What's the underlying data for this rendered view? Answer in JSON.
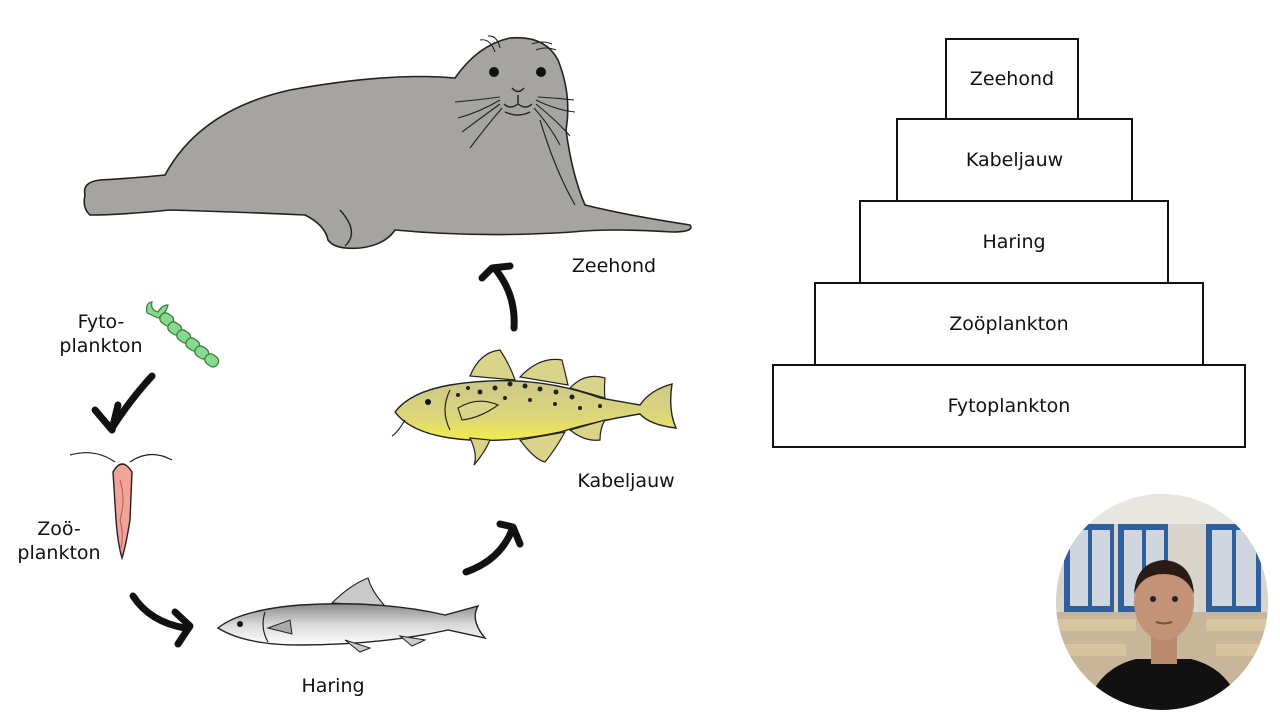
{
  "food_chain": {
    "organisms": [
      {
        "name": "Fyto-\nplankton",
        "icon": "phytoplankton-chain"
      },
      {
        "name": "Zoö-\nplankton",
        "icon": "copepod"
      },
      {
        "name": "Haring",
        "icon": "herring-fish"
      },
      {
        "name": "Kabeljauw",
        "icon": "cod-fish"
      },
      {
        "name": "Zeehond",
        "icon": "seal"
      }
    ],
    "arrow_icon": "curved-arrow"
  },
  "pyramid": {
    "levels": [
      "Zeehond",
      "Kabeljauw",
      "Haring",
      "Zoöplankton",
      "Fytoplankton"
    ]
  },
  "presenter": {
    "icon": "presenter-webcam"
  },
  "colors": {
    "seal": "#a6a4a1",
    "cod_body": "#d9d48a",
    "cod_belly": "#f1ea55",
    "herring": "#c9c9c9",
    "phytoplankton": "#86d98e",
    "zooplankton": "#f3a49a",
    "arrow": "#111111"
  }
}
